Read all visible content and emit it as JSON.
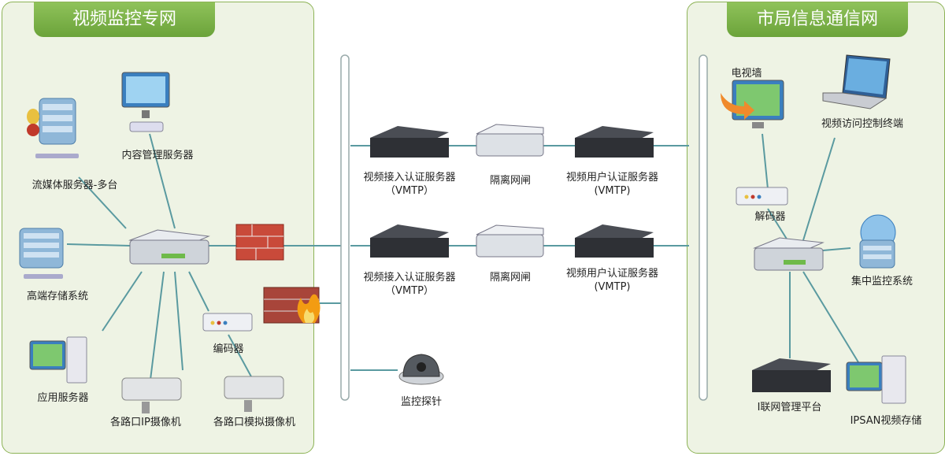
{
  "left_section": {
    "title": "视频监控专网"
  },
  "right_section": {
    "title": "市局信息通信网"
  },
  "labels": {
    "streaming_server": "流媒体服务器-多台",
    "content_server": "内容管理服务器",
    "storage": "高端存储系统",
    "app_server": "应用服务器",
    "encoder": "编码器",
    "ip_camera": "各路口IP摄像机",
    "analog_camera": "各路口模拟摄像机",
    "access_auth_1_l1": "视频接入认证服务器",
    "access_auth_1_l2": "（VMTP）",
    "gap_1": "隔离网闸",
    "user_auth_1_l1": "视频用户认证服务器",
    "user_auth_1_l2": "(VMTP)",
    "access_auth_2_l1": "视频接入认证服务器",
    "access_auth_2_l2": "（VMTP）",
    "gap_2": "隔离网闸",
    "user_auth_2_l1": "视频用户认证服务器",
    "user_auth_2_l2": "(VMTP)",
    "probe": "监控探针",
    "video_wall": "电视墙",
    "access_terminal": "视频访问控制终端",
    "decoder": "解码器",
    "central_monitor": "集中监控系统",
    "net_mgmt": "I联网管理平台",
    "ipsan": "IPSAN视频存储"
  },
  "colors": {
    "accent": "#7fb54a",
    "line": "#5a9aa0",
    "panel_bg": "#eef3e4"
  }
}
